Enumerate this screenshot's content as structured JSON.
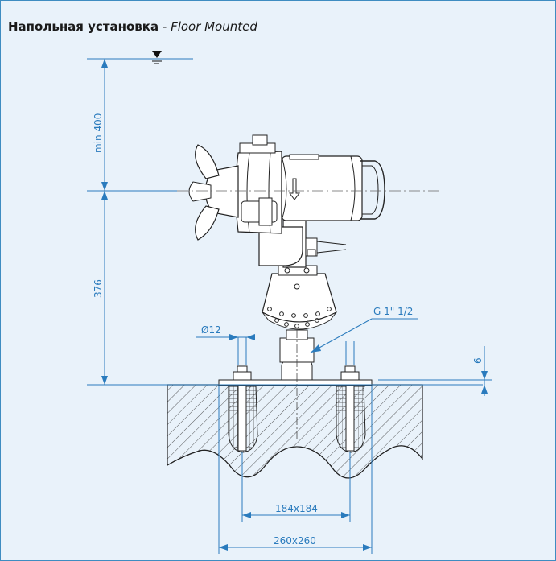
{
  "title": {
    "ru": "Напольная установка",
    "separator": " - ",
    "en": "Floor Mounted"
  },
  "dimensions": {
    "min_height": "min 400",
    "height": "376",
    "clearance": "6",
    "bolt_diameter": "Ø12",
    "thread": "G 1\" 1/2",
    "inner_spacing": "184x184",
    "outer_spacing": "260x260"
  },
  "colors": {
    "dimension": "#2a7bbd",
    "frame": "#3e8cc1",
    "background": "#e9f2fa",
    "drawing": "#222222"
  },
  "icons": {
    "water_level": "water-level-icon"
  }
}
